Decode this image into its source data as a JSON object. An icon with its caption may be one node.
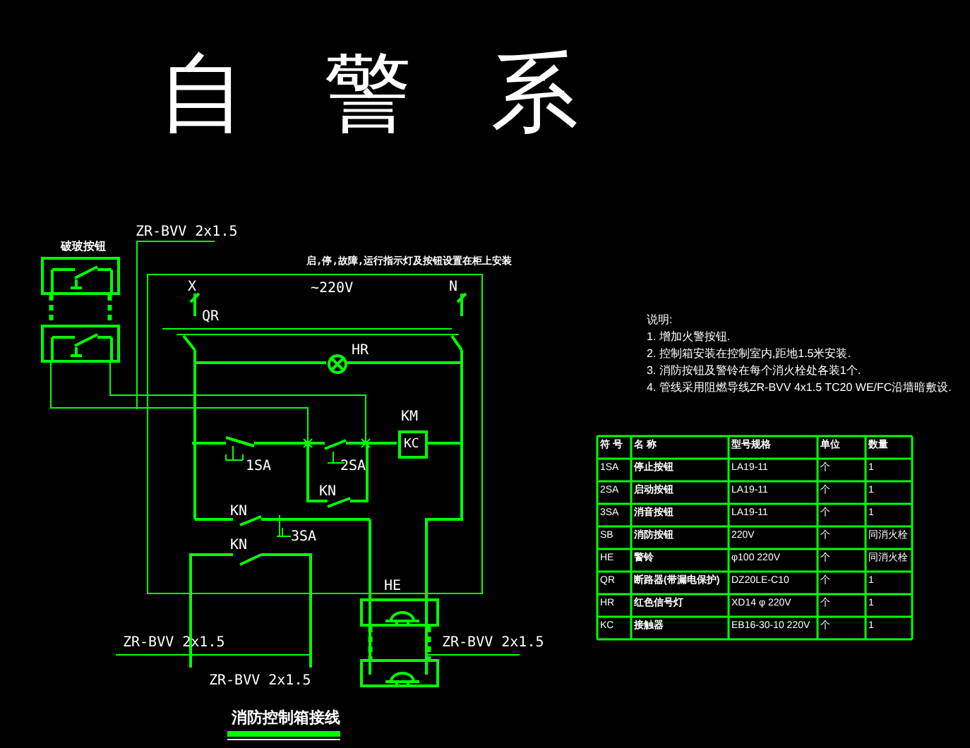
{
  "diagram": {
    "title": "自 警 系",
    "caption": "消防控制箱接线",
    "nodes": [
      {
        "text": [
          "破玻按钮"
        ]
      },
      {
        "text": [],
        "shape": "box"
      },
      {
        "text": [
          "启,停,故障,运行指示灯及按钮设置在柜上安装"
        ]
      },
      {
        "text": [],
        "shape": "circle",
        "in": 2,
        "beside": [
          "HR"
        ]
      },
      {
        "text": [
          "KC"
        ],
        "in": 2,
        "beside": [
          "KM"
        ]
      },
      {
        "text": [],
        "shape": "box",
        "beside": [
          "HE"
        ]
      },
      {
        "text": [],
        "shape": "box"
      }
    ],
    "edges": [
      {
        "from": 0,
        "to": 1,
        "arrow": "none",
        "style": "dashed"
      },
      {
        "from": 0,
        "to": 1,
        "arrow": "none",
        "style": "dashed"
      },
      {
        "from": 5,
        "to": 6,
        "arrow": "none",
        "style": "dashed"
      },
      {
        "from": 5,
        "to": 6,
        "arrow": "none",
        "style": "dashed"
      }
    ],
    "labels": [
      "ZR-BVV 2x1.5",
      "X",
      "~220V",
      "N",
      "QR",
      "1SA",
      "2SA",
      "KN",
      "KN",
      "3SA",
      "KN",
      "ZR-BVV 2x1.5",
      "ZR-BVV 2x1.5",
      "ZR-BVV 2x1.5",
      "说明:",
      "1. 增加火警按钮.",
      "2. 控制箱安装在控制室内,距地1.5米安装.",
      "3. 消防按钮及警铃在每个消火栓处各装1个.",
      "4. 管线采用阻燃导线ZR-BVV 4x1.5 TC20 WE/FC沿墙暗敷设.",
      "符 号",
      "名 称",
      "型号规格",
      "单位",
      "数量",
      "1SA",
      "停止按钮",
      "LA19-11",
      "个",
      "1",
      "2SA",
      "启动按钮",
      "LA19-11",
      "个",
      "1",
      "3SA",
      "消音按钮",
      "LA19-11",
      "个",
      "1",
      "SB",
      "消防按钮",
      "220V",
      "个",
      "同消火栓",
      "HE",
      "警铃",
      "φ100 220V",
      "个",
      "同消火栓",
      "QR",
      "断路器(带漏电保护)",
      "DZ20LE-C10",
      "个",
      "1",
      "HR",
      "红色信号灯",
      "XD14 φ 220V",
      "个",
      "1",
      "KC",
      "接触器",
      "EB16-30-10 220V",
      "个",
      "1"
    ]
  }
}
